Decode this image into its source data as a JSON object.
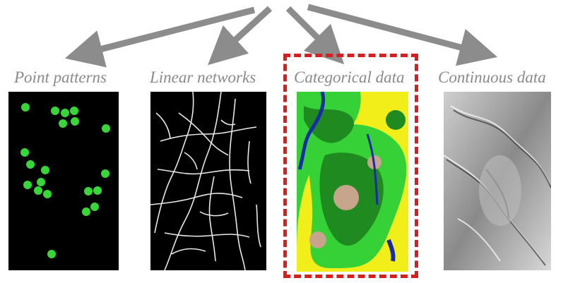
{
  "figure": {
    "labels": [
      "Point patterns",
      "Linear networks",
      "Categorical data",
      "Continuous data"
    ],
    "highlighted_index": 2,
    "colors": {
      "arrow": "#8c8c8c",
      "label": "#8a8a8a",
      "highlight": "#d62020",
      "points": "#39d639",
      "network": "#e8e8e8",
      "forest_dark": "#1f8a1f",
      "forest_light": "#36d136",
      "open_land": "#f2ee1a",
      "water": "#1a2aa8",
      "bare": "#c7a48c"
    }
  }
}
